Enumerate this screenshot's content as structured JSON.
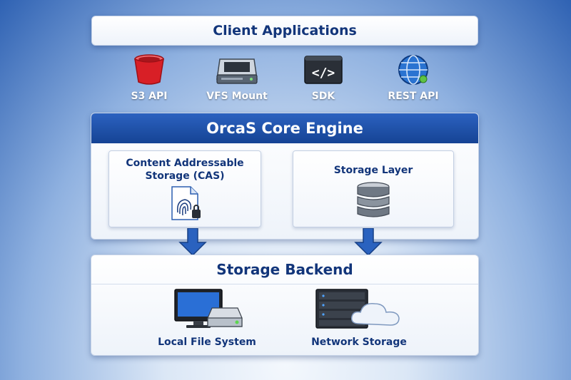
{
  "client": {
    "title": "Client Applications",
    "items": [
      {
        "label": "S3 API",
        "icon": "bucket-icon"
      },
      {
        "label": "VFS Mount",
        "icon": "drive-icon"
      },
      {
        "label": "SDK",
        "icon": "code-icon"
      },
      {
        "label": "REST API",
        "icon": "globe-icon"
      }
    ]
  },
  "core": {
    "title": "OrcaS Core Engine",
    "cas": {
      "title_line1": "Content Addressable",
      "title_line2": "Storage (CAS)",
      "icon": "fingerprint-document-icon"
    },
    "storage_layer": {
      "title": "Storage Layer",
      "icon": "database-icon"
    }
  },
  "backend": {
    "title": "Storage Backend",
    "local": {
      "label": "Local File System",
      "icon": "desktop-drive-icon"
    },
    "network": {
      "label": "Network Storage",
      "icon": "server-cloud-icon"
    }
  },
  "colors": {
    "accent": "#1f5bb8",
    "title_text": "#12357a",
    "bucket": "#d81f26"
  }
}
